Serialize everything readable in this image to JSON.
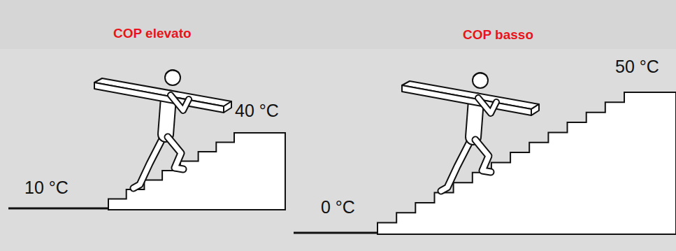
{
  "diagram": {
    "labels": [
      "COP elevato",
      "COP basso",
      "50 °C",
      "40 °C",
      "10 °C",
      "0 °C"
    ]
  }
}
